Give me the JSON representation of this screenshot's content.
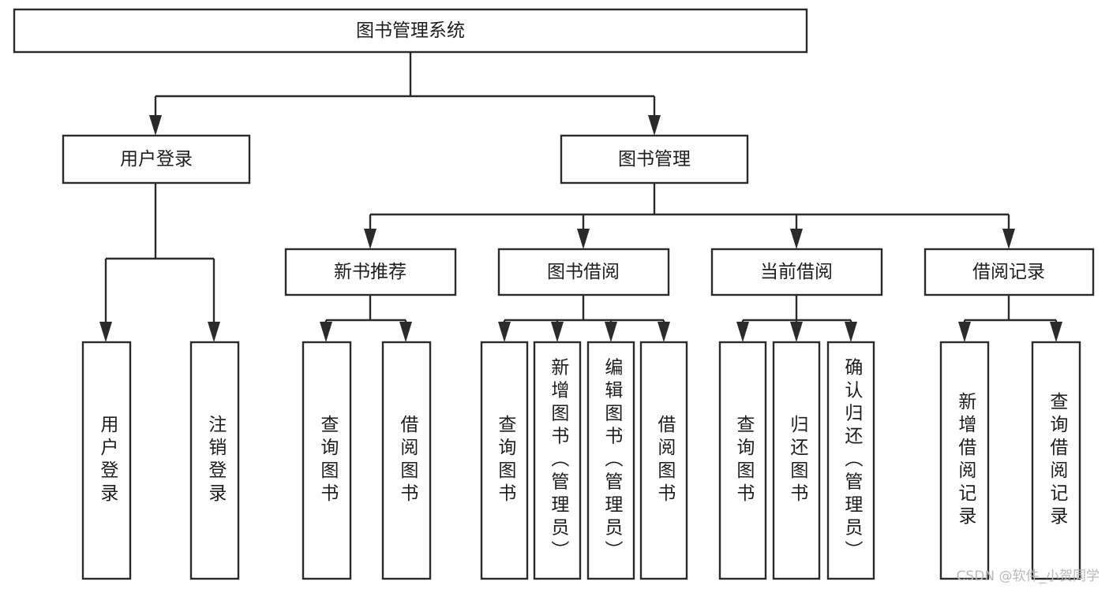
{
  "diagram": {
    "type": "tree",
    "title": "图书管理系统",
    "watermark": "CSDN @软件_小贺同学",
    "colors": {
      "background": "#ffffff",
      "stroke": "#2b2b2b",
      "text": "#1d1d1d",
      "watermark": "#b9b9b9"
    },
    "nodes": {
      "root": {
        "label": "图书管理系统",
        "orientation": "horizontal"
      },
      "l2": [
        {
          "label": "用户登录",
          "orientation": "horizontal"
        },
        {
          "label": "图书管理",
          "orientation": "horizontal"
        }
      ],
      "l3": [
        {
          "label": "新书推荐",
          "orientation": "horizontal"
        },
        {
          "label": "图书借阅",
          "orientation": "horizontal"
        },
        {
          "label": "当前借阅",
          "orientation": "horizontal"
        },
        {
          "label": "借阅记录",
          "orientation": "horizontal"
        }
      ],
      "leaves_user_login": [
        {
          "label": "用户登录",
          "orientation": "vertical"
        },
        {
          "label": "注销登录",
          "orientation": "vertical"
        }
      ],
      "leaves_new_book": [
        {
          "label": "查询图书",
          "orientation": "vertical"
        },
        {
          "label": "借阅图书",
          "orientation": "vertical"
        }
      ],
      "leaves_borrow": [
        {
          "label": "查询图书",
          "orientation": "vertical"
        },
        {
          "label": "新增图书（管理员）",
          "orientation": "vertical"
        },
        {
          "label": "编辑图书（管理员）",
          "orientation": "vertical"
        },
        {
          "label": "借阅图书",
          "orientation": "vertical"
        }
      ],
      "leaves_current": [
        {
          "label": "查询图书",
          "orientation": "vertical"
        },
        {
          "label": "归还图书",
          "orientation": "vertical"
        },
        {
          "label": "确认归还（管理员）",
          "orientation": "vertical"
        }
      ],
      "leaves_records": [
        {
          "label": "新增借阅记录",
          "orientation": "vertical"
        },
        {
          "label": "查询借阅记录",
          "orientation": "vertical"
        }
      ]
    }
  }
}
